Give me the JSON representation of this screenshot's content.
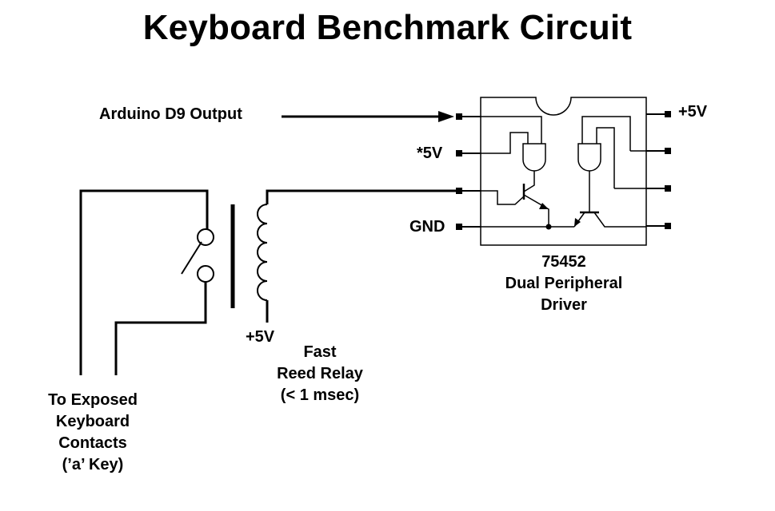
{
  "title": "Keyboard Benchmark Circuit",
  "labels": {
    "arduino_output": "Arduino D9 Output",
    "vcc_top_right": "+5V",
    "vcc_left": "*5V",
    "gnd": "GND",
    "relay_vcc": "+5V"
  },
  "chip": {
    "part_number": "75452",
    "description_line1": "Dual Peripheral",
    "description_line2": "Driver"
  },
  "relay": {
    "line1": "Fast",
    "line2": "Reed Relay",
    "line3": "(< 1 msec)"
  },
  "keyboard": {
    "line1": "To Exposed",
    "line2": "Keyboard",
    "line3": "Contacts",
    "line4": "(’a’ Key)"
  },
  "colors": {
    "stroke": "#000000",
    "background": "#ffffff"
  }
}
